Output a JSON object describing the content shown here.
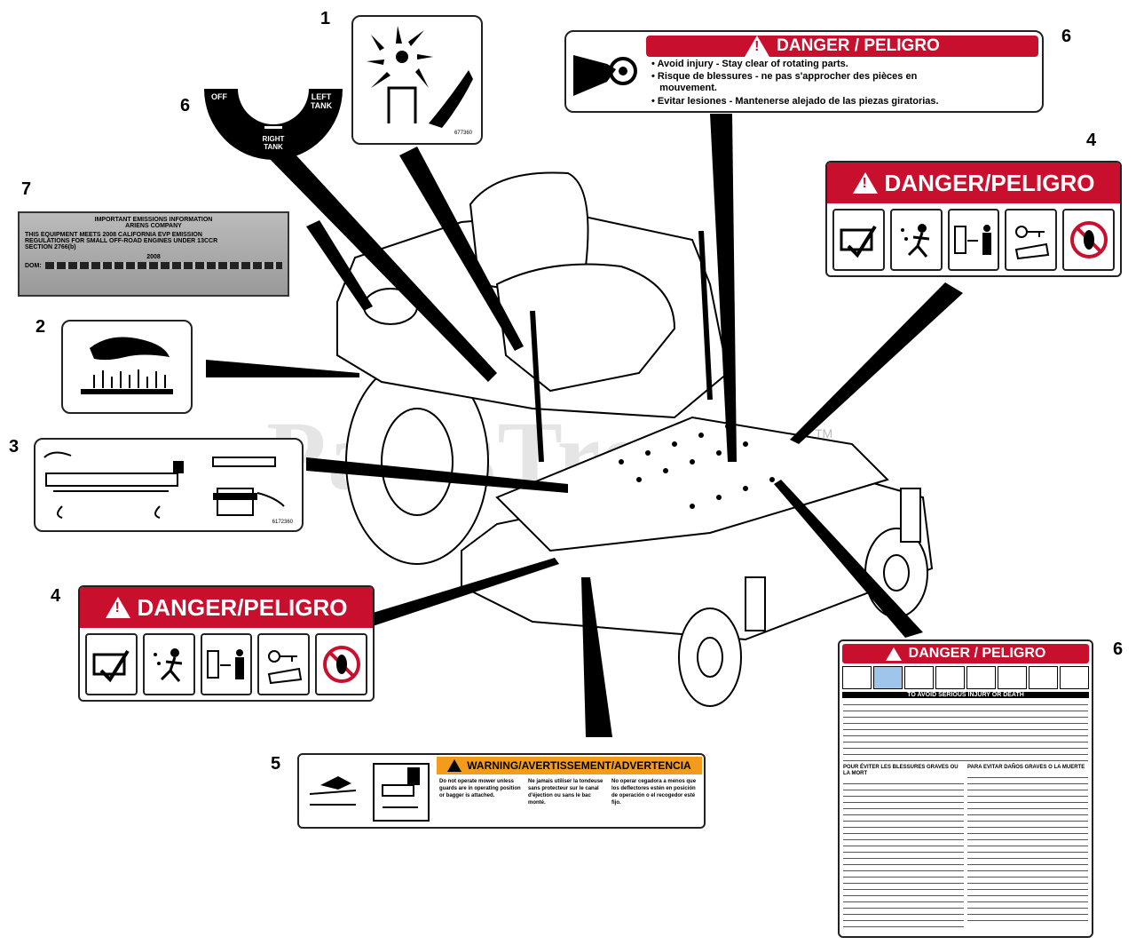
{
  "callouts": {
    "n1": "1",
    "n2": "2",
    "n3": "3",
    "n4a": "4",
    "n4b": "4",
    "n5": "5",
    "n6a": "6",
    "n6b": "6",
    "n6c": "6",
    "n7": "7"
  },
  "decal_selector": {
    "off": "OFF",
    "left_tank": "LEFT TANK",
    "right_tank": "RIGHT TANK"
  },
  "decal1": {
    "code": "677360"
  },
  "decal_rotating": {
    "header": "DANGER / PELIGRO",
    "lines": [
      "• Avoid injury - Stay clear of rotating parts.",
      "• Risque de blessures - ne pas s'approcher des pièces en",
      "   mouvement.",
      "• Evitar lesiones - Mantenerse alejado de las piezas giratorias."
    ]
  },
  "decal_danger_right": {
    "header": "DANGER/PELIGRO"
  },
  "decal_danger_left": {
    "header": "DANGER/PELIGRO"
  },
  "decal_emissions": {
    "line1": "IMPORTANT EMISSIONS INFORMATION",
    "line2": "ARIENS COMPANY",
    "line3": "THIS EQUIPMENT MEETS 2008 CALIFORNIA EVP EMISSION",
    "line4": "REGULATIONS FOR SMALL OFF-ROAD ENGINES UNDER 13CCR",
    "line5": "SECTION 2766(b)",
    "year": "2008",
    "bottom": "DOM:"
  },
  "decal3": {
    "code": "6172360"
  },
  "decal_warning": {
    "header": "WARNING/AVERTISSEMENT/ADVERTENCIA",
    "col1": "Do not operate mower unless guards are in operating position or bagger is attached.",
    "col2": "Ne jamais utiliser la tondeuse sans protecteur sur le canal d'éjection ou sans le bac monté.",
    "col3": "No operar cegadora a menos que los deflectores estén en posición de operación o el recogedor esté fijo."
  },
  "decal_large": {
    "header": "DANGER / PELIGRO",
    "subheader": "TO AVOID SERIOUS INJURY OR DEATH",
    "fr_head": "POUR ÉVITER LES BLESSURES GRAVES OU LA MORT",
    "es_head": "PARA EVITAR DAÑOS GRAVES O LA MUERTE"
  },
  "watermark": "PartsTree",
  "tm": "TM"
}
